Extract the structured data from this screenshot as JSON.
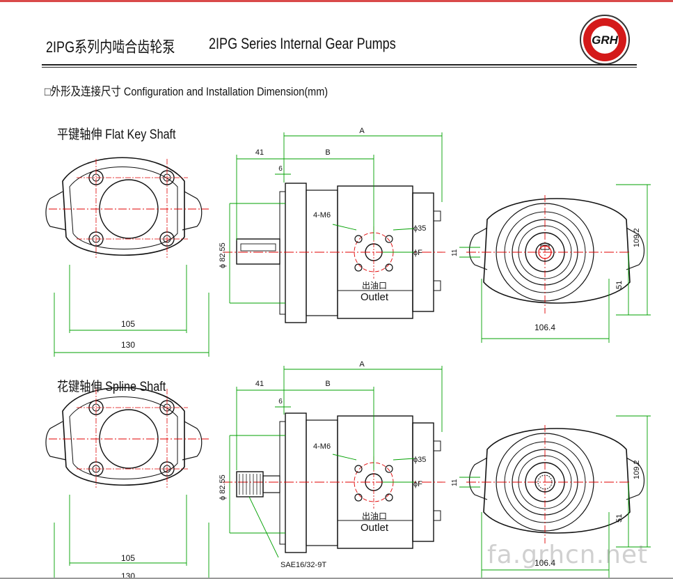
{
  "header": {
    "title_cn": "2IPG系列内啮合齿轮泵",
    "title_en": "2IPG Series Internal Gear Pumps",
    "logo_text": "GRH",
    "subtitle": "□外形及连接尺寸 Configuration and Installation Dimension(mm)"
  },
  "sections": [
    {
      "title": "平键轴伸 Flat Key Shaft"
    },
    {
      "title": "花键轴伸 Spline Shaft"
    }
  ],
  "labels": {
    "A": "A",
    "B": "B",
    "d41": "41",
    "d6": "6",
    "ports": "4-M6",
    "phi35": "ϕ35",
    "phiF": "ϕF",
    "phi8255": "ϕ 82.55",
    "outlet_cn": "出油口",
    "outlet_en": "Outlet",
    "d105": "105",
    "d130": "130",
    "d1064": "106.4",
    "d1092": "109.2",
    "d51": "51",
    "d11": "11",
    "spline": "SAE16/32-9T"
  },
  "watermark": "fa.grhcn.net",
  "colors": {
    "dimension": "#00a000",
    "center": "#e00000",
    "logo": "#d41a1a",
    "outline": "#111111"
  }
}
